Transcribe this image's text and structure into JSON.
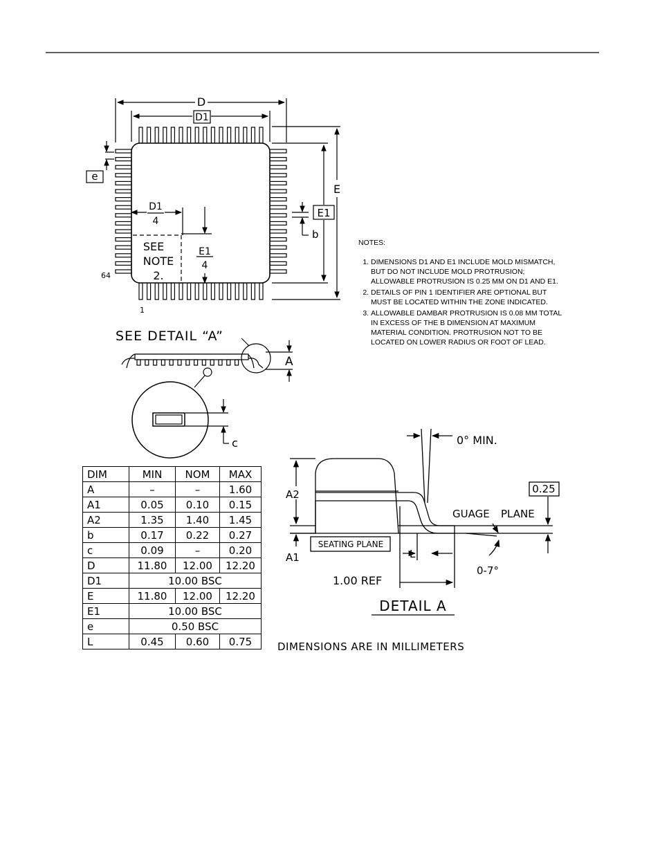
{
  "top_view": {
    "labels": {
      "D": "D",
      "D1": "D1",
      "E": "E",
      "E1": "E1",
      "e": "e",
      "b": "b",
      "d1_num": "D1",
      "d1_den": "4",
      "e1_num": "E1",
      "e1_den": "4",
      "pin64": "64",
      "pin1": "1",
      "see_note_line1": "SEE",
      "see_note_line2": "NOTE",
      "see_note_line3": "2."
    }
  },
  "side_view": {
    "see_detail": "SEE DETAIL “A”",
    "A": "A",
    "c": "c"
  },
  "notes": {
    "heading": "NOTES:",
    "items": [
      "DIMENSIONS D1 AND E1 INCLUDE MOLD MISMATCH, BUT DO NOT INCLUDE MOLD PROTRUSION; ALLOWABLE PROTRUSION IS 0.25 MM ON D1 AND E1.",
      "DETAILS OF PIN 1 IDENTIFIER ARE OPTIONAL BUT MUST BE LOCATED WITHIN THE ZONE INDICATED.",
      "ALLOWABLE DAMBAR PROTRUSION IS 0.08 MM TOTAL IN EXCESS OF THE b DIMENSION AT MAXIMUM MATERIAL CONDITION. PROTRUSION NOT TO BE LOCATED ON LOWER RADIUS OR FOOT OF LEAD."
    ]
  },
  "dimension_table": {
    "headers": [
      "DIM",
      "MIN",
      "NOM",
      "MAX"
    ],
    "rows": [
      [
        "A",
        "–",
        "–",
        "1.60"
      ],
      [
        "A1",
        "0.05",
        "0.10",
        "0.15"
      ],
      [
        "A2",
        "1.35",
        "1.40",
        "1.45"
      ],
      [
        "b",
        "0.17",
        "0.22",
        "0.27"
      ],
      [
        "c",
        "0.09",
        "–",
        "0.20"
      ],
      [
        "D",
        "11.80",
        "12.00",
        "12.20"
      ],
      [
        "D1",
        "10.00 BSC"
      ],
      [
        "E",
        "11.80",
        "12.00",
        "12.20"
      ],
      [
        "E1",
        "10.00 BSC"
      ],
      [
        "e",
        "0.50 BSC"
      ],
      [
        "L",
        "0.45",
        "0.60",
        "0.75"
      ]
    ]
  },
  "detail_a": {
    "min_angle": "0° MIN.",
    "gauge_value": "0.25",
    "gauge_label": "GUAGE",
    "plane_label": "PLANE",
    "a2": "A2",
    "a1": "A1",
    "seating_plane": "SEATING PLANE",
    "l": "L",
    "angle_range": "0-7°",
    "ref": "1.00 REF",
    "title": "DETAIL A"
  },
  "units_note": "DIMENSIONS ARE IN MILLIMETERS"
}
